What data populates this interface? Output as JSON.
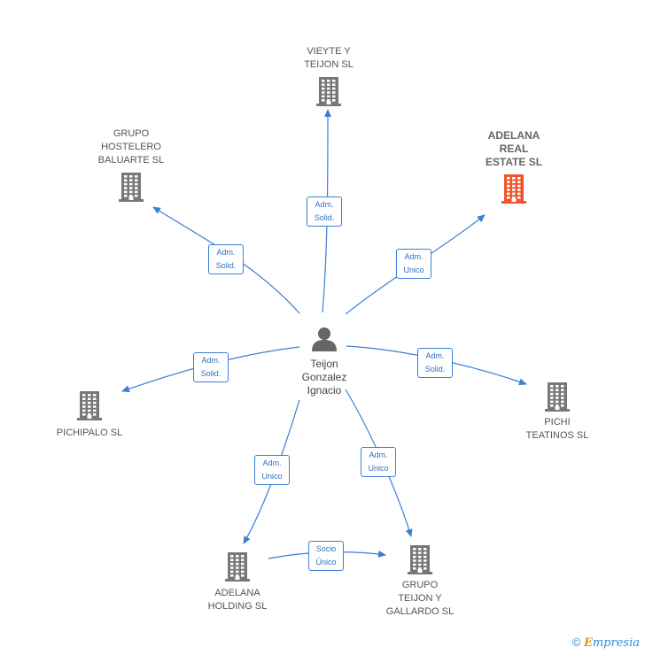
{
  "center": {
    "name_lines": [
      "Teijon",
      "Gonzalez",
      "Ignacio"
    ],
    "icon": "person-icon"
  },
  "companies": [
    {
      "id": "vieyte",
      "lines": [
        "VIEYTE Y",
        "TEIJON  SL"
      ],
      "highlight": false,
      "icon": "building-icon"
    },
    {
      "id": "grupo-hostelero",
      "lines": [
        "GRUPO",
        "HOSTELERO",
        "BALUARTE  SL"
      ],
      "highlight": false,
      "icon": "building-icon"
    },
    {
      "id": "adelana-real",
      "lines": [
        "ADELANA",
        "REAL",
        "ESTATE  SL"
      ],
      "highlight": true,
      "icon": "building-icon"
    },
    {
      "id": "pichipalo",
      "lines": [
        "PICHIPALO  SL"
      ],
      "highlight": false,
      "icon": "building-icon"
    },
    {
      "id": "pichi-teatinos",
      "lines": [
        "PICHI",
        "TEATINOS  SL"
      ],
      "highlight": false,
      "icon": "building-icon"
    },
    {
      "id": "adelana-holding",
      "lines": [
        "ADELANA",
        "HOLDING  SL"
      ],
      "highlight": false,
      "icon": "building-icon"
    },
    {
      "id": "grupo-teijon",
      "lines": [
        "GRUPO",
        "TEIJON Y",
        "GALLARDO  SL"
      ],
      "highlight": false,
      "icon": "building-icon"
    }
  ],
  "edges": [
    {
      "from": "center",
      "to": "vieyte",
      "label": [
        "Adm.",
        "Solid."
      ]
    },
    {
      "from": "center",
      "to": "grupo-hostelero",
      "label": [
        "Adm.",
        "Solid."
      ]
    },
    {
      "from": "center",
      "to": "adelana-real",
      "label": [
        "Adm.",
        "Unico"
      ]
    },
    {
      "from": "center",
      "to": "pichipalo",
      "label": [
        "Adm.",
        "Solid."
      ]
    },
    {
      "from": "center",
      "to": "pichi-teatinos",
      "label": [
        "Adm.",
        "Solid."
      ]
    },
    {
      "from": "center",
      "to": "adelana-holding",
      "label": [
        "Adm.",
        "Unico"
      ]
    },
    {
      "from": "center",
      "to": "grupo-teijon",
      "label": [
        "Adm.",
        "Unico"
      ]
    },
    {
      "from": "adelana-holding",
      "to": "grupo-teijon",
      "label": [
        "Socio",
        "Único"
      ]
    }
  ],
  "colors": {
    "edge": "#3a7fd5",
    "building": "#777777",
    "building_highlight": "#f0542a",
    "person": "#666666"
  },
  "brand": {
    "copyright": "©",
    "initial": "E",
    "rest": "mpresia"
  }
}
